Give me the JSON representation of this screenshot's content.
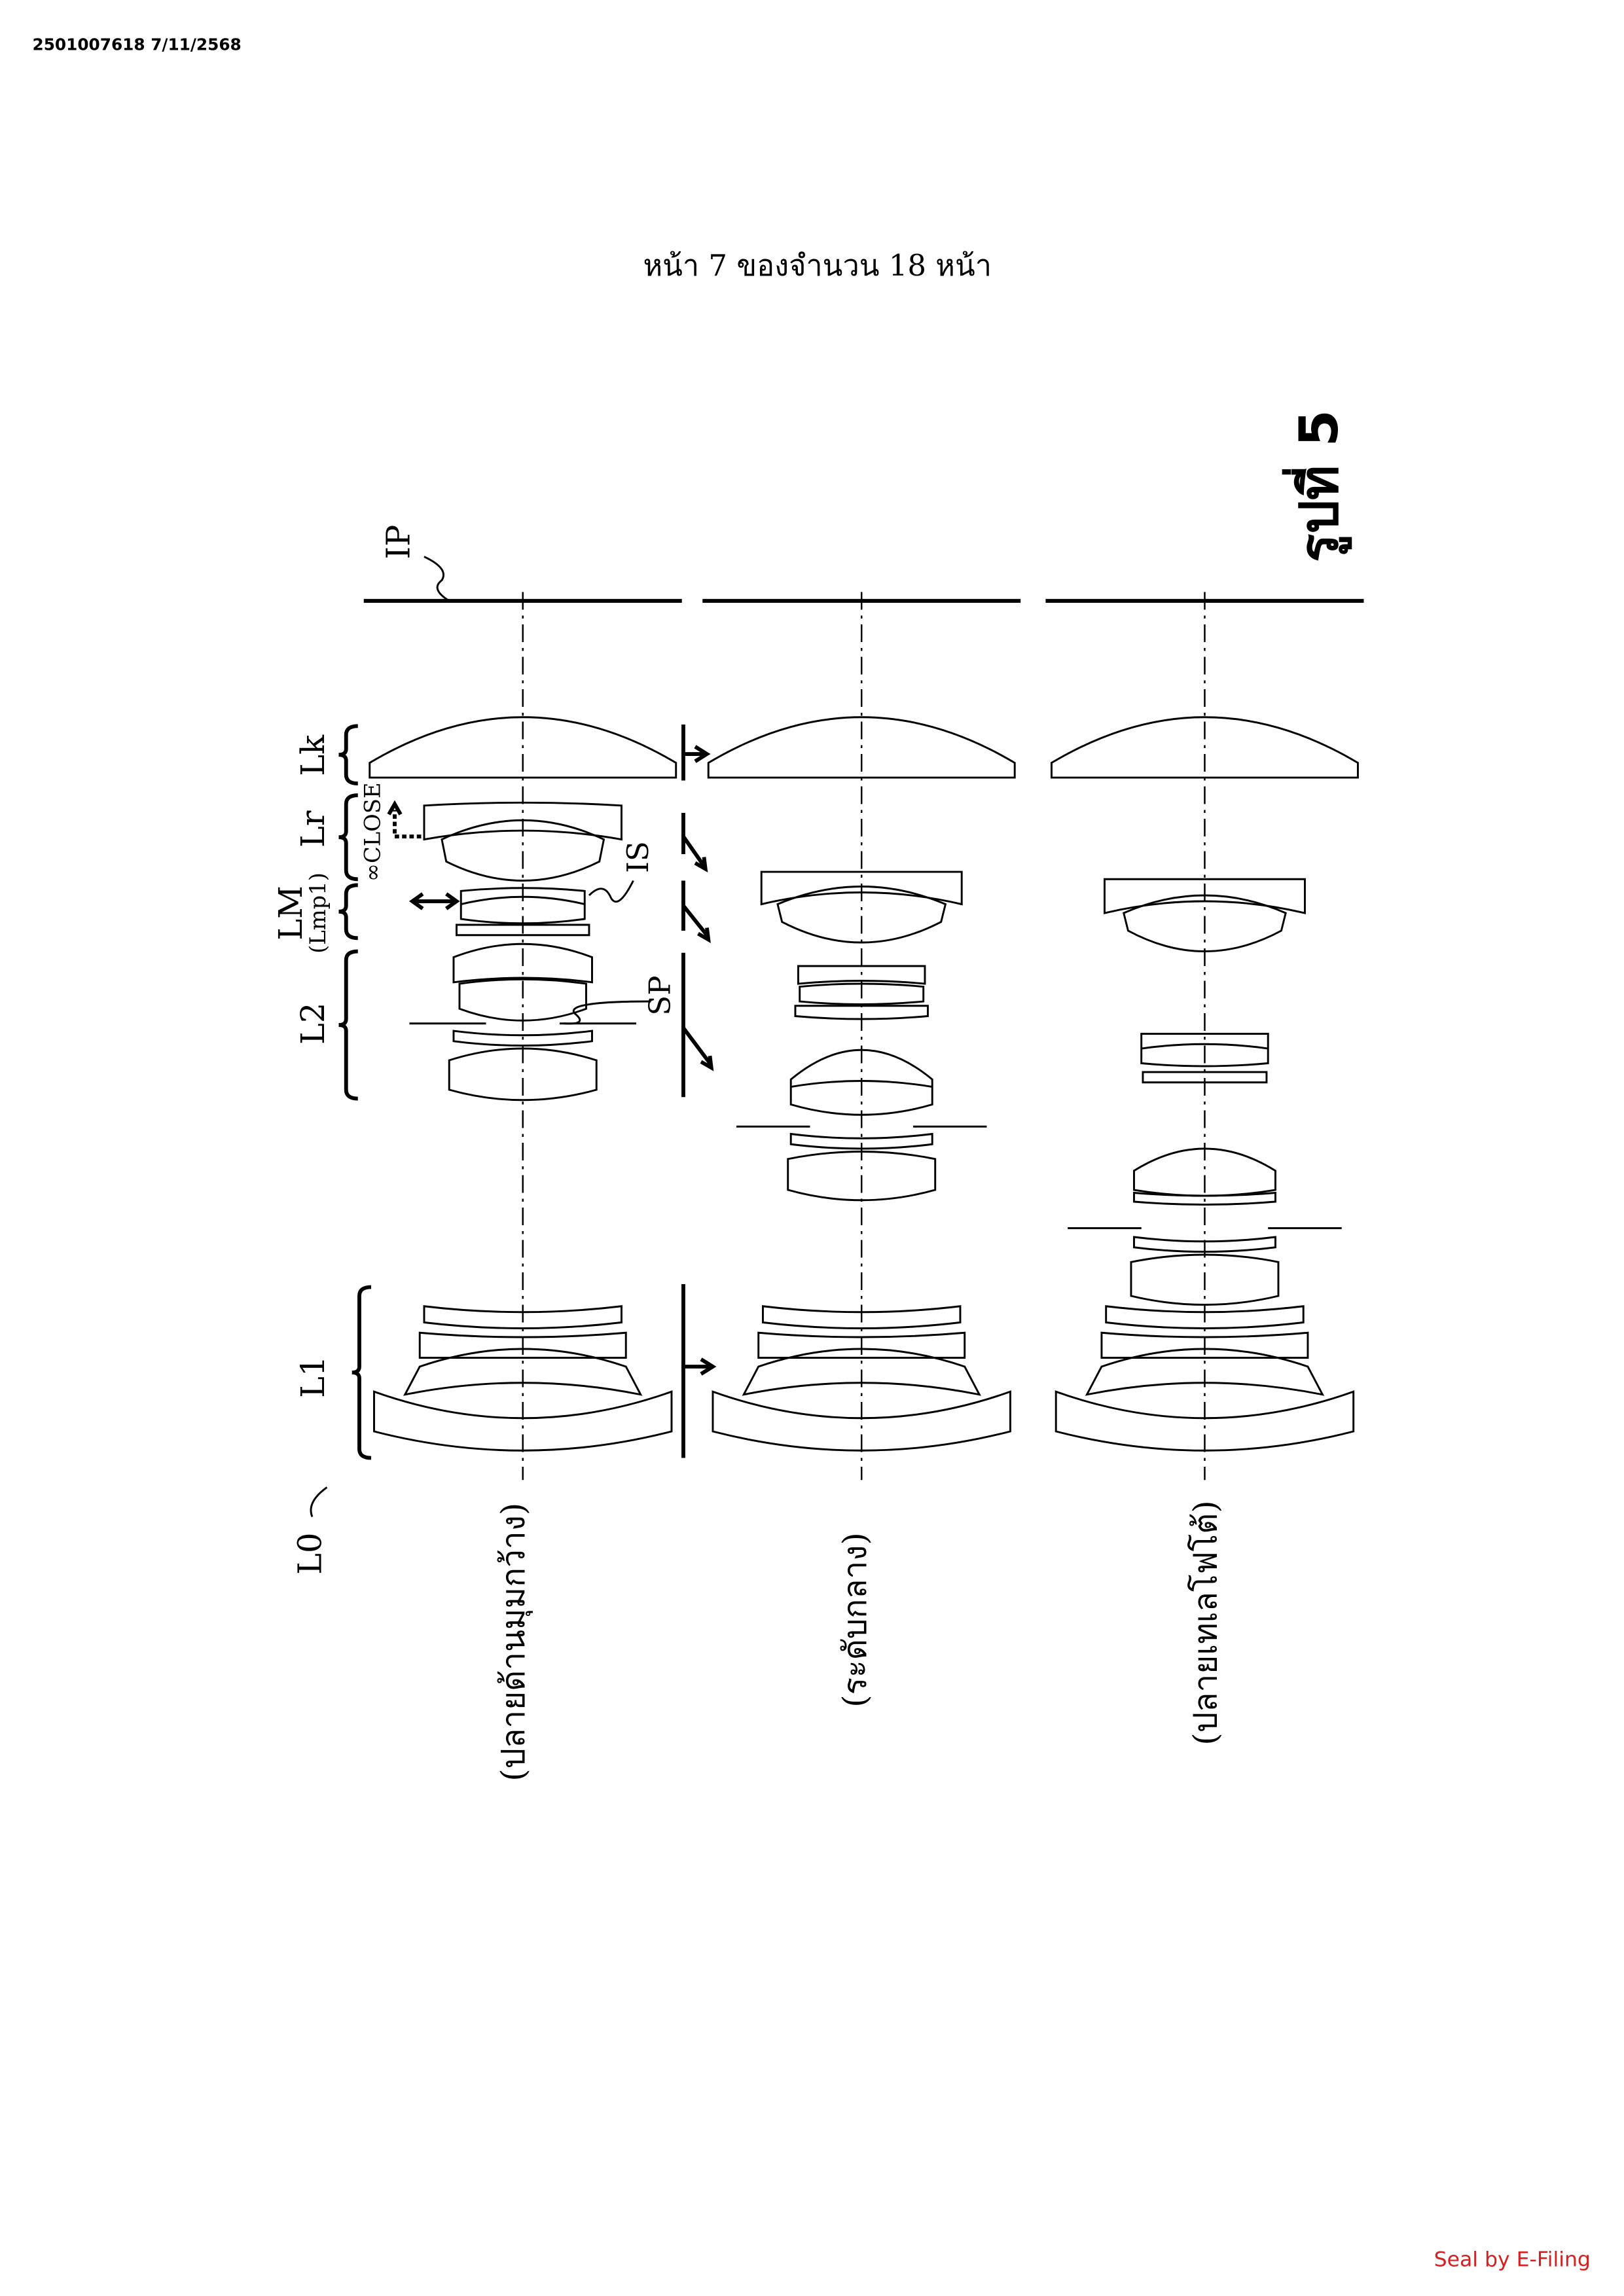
{
  "header": {
    "doc_id": "2501007618 7/11/2568",
    "page_info": "หน้า  7  ของจำนวน  18  หน้า"
  },
  "figure": {
    "title": "รูปที่ 5",
    "labels": {
      "ip": "IP",
      "lk": "Lk",
      "lr": "Lr",
      "lm": "LM",
      "lmp1": "(Lmp1)",
      "l2": "L2",
      "l1": "L1",
      "l0": "L0",
      "close": "∞CLOSE",
      "is": "IS",
      "sp": "SP"
    },
    "captions": [
      "(ปลายด้านมุมกว้าง)",
      "(ระดับกลาง)",
      "(ปลายเทเลโฟโต้)"
    ]
  },
  "footer": {
    "seal": "Seal by E-Filing",
    "seal_color": "#d42020"
  }
}
